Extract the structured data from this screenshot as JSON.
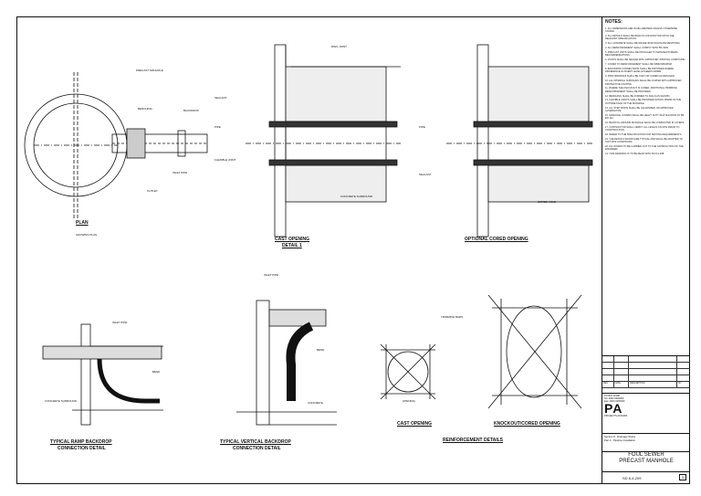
{
  "notes": {
    "title": "NOTES:",
    "items": [
      "1. ALL DIMENSIONS ARE IN MILLIMETRES UNLESS OTHERWISE STATED.",
      "2. ALL DETAILS SHALL BE READ IN CONJUNCTION WITH THE RELEVANT SPECIFICATION.",
      "3. ALL CONCRETE SHALL BE GRADE 40/20 SULPHATE RESISTING.",
      "4. ALL REINFORCEMENT SHALL COMPLY WITH BS 4449.",
      "5. PRECAST UNITS SHALL BE INSTALLED TO MANUFACTURERS RECOMMENDATIONS.",
      "6. JOINTS SHALL BE SEALED WITH APPROVED JOINTING COMPOUND.",
      "7. COVER TO REINFORCEMENT SHALL BE 50MM MINIMUM.",
      "8. BACKDROP CONNECTIONS SHALL BE PROVIDED WHERE DIFFERENCE IN INVERT LEVEL EXCEEDS 600MM.",
      "9. PIPE OPENINGS SHALL BE CAST OR CORED AS DETAILED.",
      "10. ALL INTERNAL SURFACES SHALL BE COATED WITH APPROVED PROTECTIVE COATING.",
      "11. WHERE THE KNOCKOUT IS CORED, ADDITIONAL TRIMMING REINFORCEMENT SHALL BE PROVIDED.",
      "12. BENCHING SHALL BE FORMED TO FALLS AS SHOWN.",
      "13. FLEXIBLE JOINTS SHALL BE PROVIDED WITHIN 150MM OF THE OUTSIDE FACE OF THE MANHOLE.",
      "14. ALL STEP IRONS SHALL BE GALVANISED OR APPROVED ALTERNATIVE.",
      "15. MANHOLE COVERS SHALL BE HEAVY DUTY DUCTILE IRON TO BS EN 124.",
      "16. BACKFILL AROUND MANHOLE SHALL BE COMPACTED IN LAYERS.",
      "17. CONTRACTOR SHALL VERIFY ALL LEVELS ON SITE PRIOR TO CONSTRUCTION.",
      "18. REFER TO THE SPECIFICATION FOR TESTING REQUIREMENTS.",
      "19. THE DETAILS SHOWN ARE TYPICAL AND SHALL BE ADAPTED TO SUIT SITE CONDITIONS.",
      "20. ALL WORKS TO BE CARRIED OUT TO THE SATISFACTION OF THE ENGINEER.",
      "21. THIS DRAWING IS TO BE READ WITH SD 8-4-208."
    ]
  },
  "captions": {
    "plan": "PLAN",
    "cast_opening_detail": "CAST OPENING",
    "cast_opening_detail_sub": "DETAIL 1",
    "optional_cored": "OPTIONAL CORED OPENING",
    "ramp_backdrop": "TYPICAL RAMP BACKDROP",
    "ramp_backdrop_sub": "CONNECTION DETAIL",
    "vertical_backdrop": "TYPICAL VERTICAL BACKDROP",
    "vertical_backdrop_sub": "CONNECTION DETAIL",
    "cast_opening": "CAST OPENING",
    "knockout": "KNOCKOUT/CORED OPENING",
    "reinforcement": "REINFORCEMENT DETAILS"
  },
  "labels": {
    "plan_a": "PRECAST MANHOLE",
    "plan_b": "BACKDROP",
    "plan_c": "INLET PIPE",
    "plan_d": "OUTLET",
    "plan_e": "BENCHING",
    "plan_note": "SHOWING PLAN",
    "cast_a": "RING JOINT",
    "cast_b": "SEALANT",
    "cast_c": "PIPE",
    "cast_d": "CONCRETE SURROUND",
    "cast_e": "FLEXIBLE JOINT",
    "cored_a": "CORED HOLE",
    "cored_b": "PIPE",
    "cored_c": "SEALANT",
    "ramp_a": "INLET PIPE",
    "ramp_b": "BEND",
    "ramp_c": "CONCRETE SURROUND",
    "vert_a": "INLET PIPE",
    "vert_b": "BEND",
    "vert_c": "CONCRETE",
    "reinf_a": "TRIMMING BARS",
    "reinf_b": "OPENING"
  },
  "revisions": [
    {
      "rev": "",
      "date": "",
      "desc": "",
      "by": ""
    },
    {
      "rev": "",
      "date": "",
      "desc": "",
      "by": ""
    },
    {
      "rev": "",
      "date": "",
      "desc": "",
      "by": ""
    },
    {
      "rev": "",
      "date": "",
      "desc": "",
      "by": ""
    },
    {
      "rev": "REV",
      "date": "DATE",
      "desc": "DESCRIPTION",
      "by": "BY"
    }
  ],
  "client": {
    "line1": "PO Box 22198",
    "line2": "Tel: 0000 0000000",
    "line3": "Fax: 0000 0000000",
    "logo": "PA",
    "sub": "PROJECTS AFFAIRS"
  },
  "section": {
    "line1": "Section 8 - Drainage Works",
    "line2": "Part 4 - Pipeline Installation"
  },
  "title": {
    "line1": "FOUL SEWER",
    "line2": "PRECAST MANHOLE"
  },
  "drawing": {
    "number": "SD 8-4-209",
    "sheet": "3"
  }
}
